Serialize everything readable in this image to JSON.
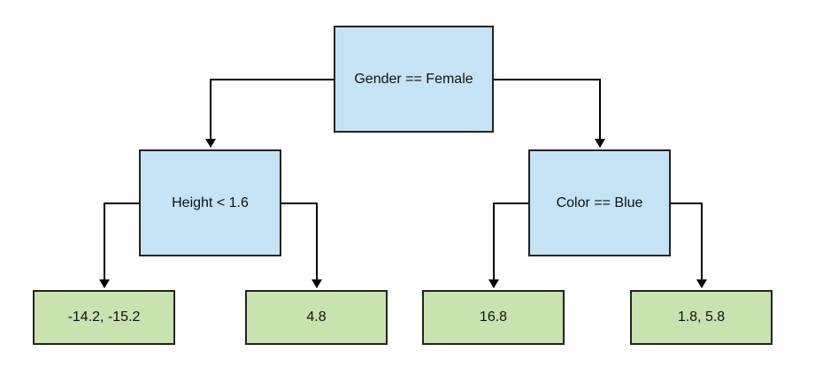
{
  "diagram": {
    "root": {
      "label": "Gender == Female"
    },
    "left_split": {
      "label": "Height < 1.6"
    },
    "right_split": {
      "label": "Color == Blue"
    },
    "leaves": [
      {
        "label": "-14.2, -15.2"
      },
      {
        "label": "4.8"
      },
      {
        "label": "16.8"
      },
      {
        "label": "1.8, 5.8"
      }
    ]
  },
  "colors": {
    "decision_fill": "#c4e3f4",
    "leaf_fill": "#c8e3ad",
    "stroke": "#000000"
  }
}
